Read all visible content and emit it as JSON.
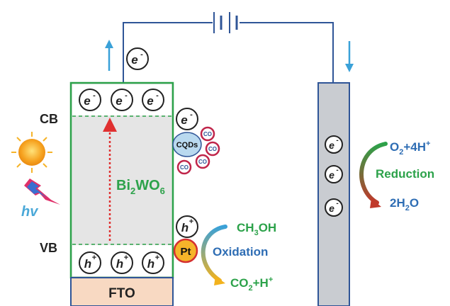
{
  "colors": {
    "green": "#2ca24a",
    "blue": "#2e6db4",
    "red": "#d42a2a",
    "wire": "#2f5597",
    "fto_fill": "#f8d9c2",
    "electrode_fill": "#c9ccd1",
    "cqd_fill": "#b9d9ef"
  },
  "labels": {
    "cb": "CB",
    "vb": "VB",
    "material_main": "Bi",
    "material_sub1": "2",
    "material_mid": "WO",
    "material_sub2": "6",
    "fto": "FTO",
    "cqds": "CQDs",
    "co": "CO",
    "pt": "Pt",
    "hv": "hv",
    "electron_base": "e",
    "electron_sup": "-",
    "hole_base": "h",
    "hole_sup": "+"
  },
  "oxidation": {
    "reactant_main": "CH",
    "reactant_sub": "3",
    "reactant_end": "OH",
    "label": "Oxidation",
    "product_main": "CO",
    "product_sub": "2",
    "product_mid": "+H",
    "product_sup": "+"
  },
  "reduction": {
    "reactant_main": "O",
    "reactant_sub": "2",
    "reactant_mid": "+4H",
    "reactant_sup": "+",
    "label": "Reduction",
    "product_main": "2H",
    "product_sub": "2",
    "product_end": "O"
  },
  "icons": [
    "sun-icon",
    "lightning-icon",
    "battery-icon"
  ]
}
